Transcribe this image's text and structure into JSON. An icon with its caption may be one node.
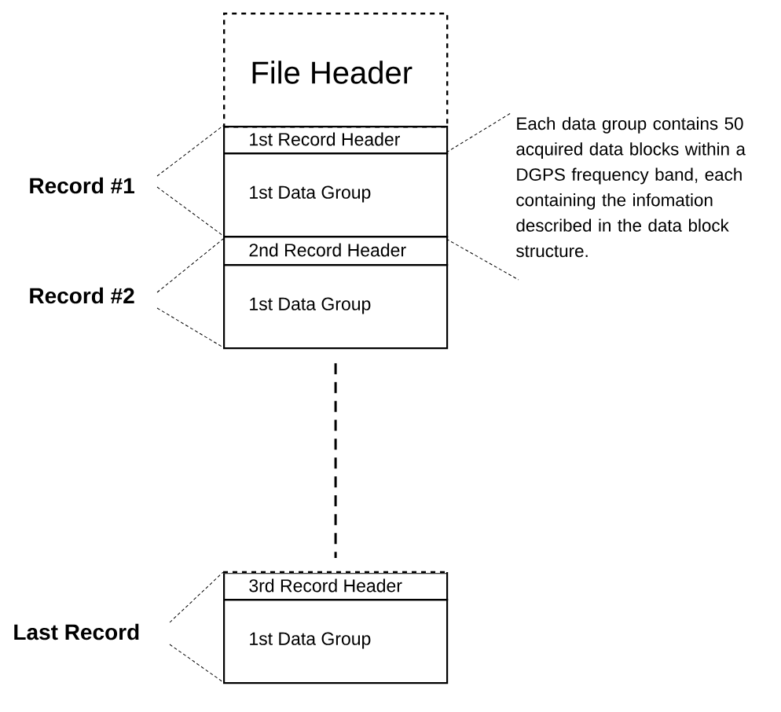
{
  "diagram": {
    "nodes": [
      {
        "text": [
          "File Header"
        ]
      },
      {
        "text": [
          "1st Record Header"
        ]
      },
      {
        "text": [
          "1st Data Group"
        ]
      },
      {
        "text": [
          "2nd Record Header"
        ]
      },
      {
        "text": [
          "1st Data Group"
        ]
      },
      {
        "text": [
          "3rd Record Header"
        ]
      },
      {
        "text": [
          "1st Data Group"
        ]
      }
    ],
    "edges": [
      {
        "from": 4,
        "to": 5,
        "arrow": "none",
        "style": "dashed"
      }
    ],
    "labels": [
      "Record #1",
      "Each data group contains 50 acquired data blocks within a DGPS frequency band, each containing the infomation described in the data block structure.",
      "Record #2",
      "Last Record"
    ]
  }
}
